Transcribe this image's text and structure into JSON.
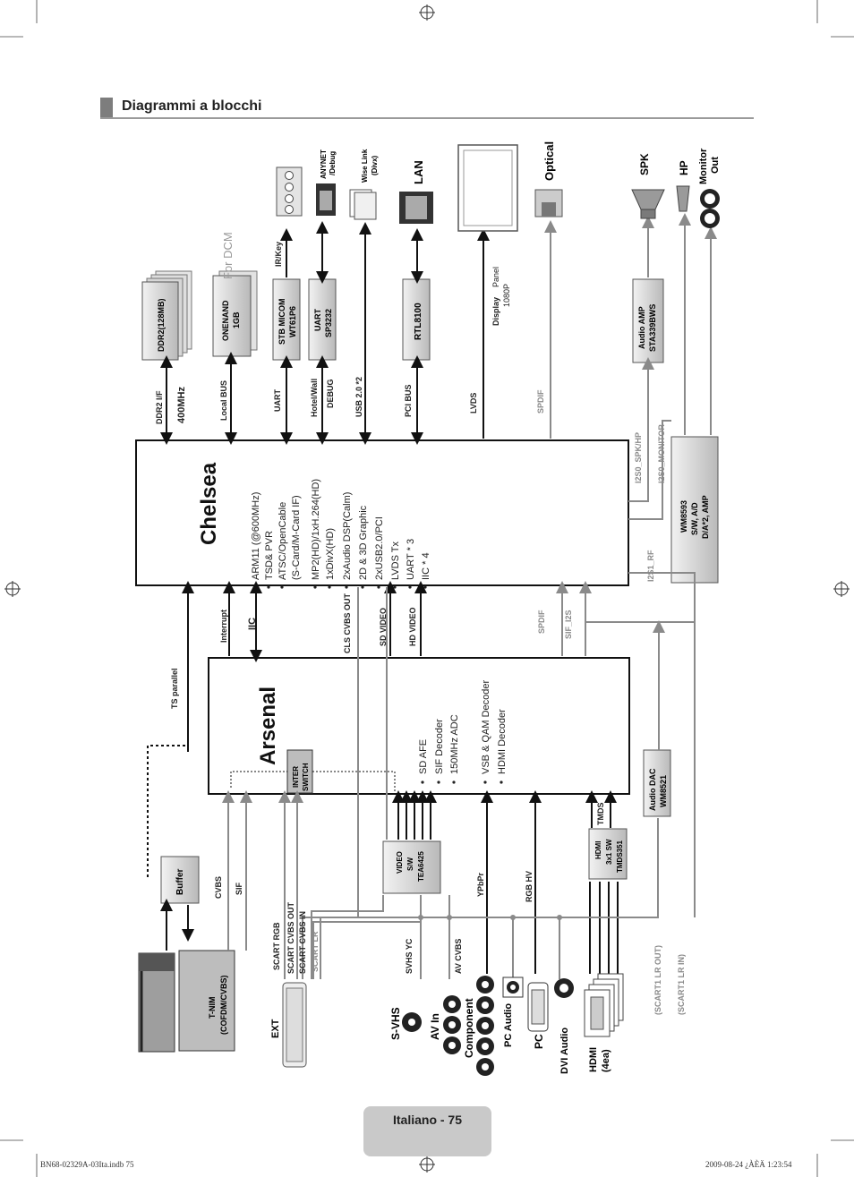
{
  "page": {
    "section_title": "Diagrammi a blocchi",
    "footer_label": "Italiano - 75",
    "imprint_left": "BN68-02329A-03Ita.indb   75",
    "imprint_right": "2009-08-24   ¿ÀÈÄ 1:23:54"
  },
  "diagram": {
    "chelsea": {
      "title": "Chelsea",
      "features": [
        "ARM11 (@600MHz)",
        "TSD& PVR",
        "ATSC/OpenCable",
        "(S-Card/M-Card IF)",
        "MP2(HD)/1xH.264(HD)",
        "1xDivX(HD)",
        "2xAudio DSP(Calm)",
        "2D & 3D Graphic",
        "2xUSB2.0/PCI",
        "LVDS Tx",
        "UART * 3",
        "IIC * 4"
      ]
    },
    "arsenal": {
      "title": "Arsenal",
      "features": [
        "SD AFE",
        "SIF Decoder",
        "150MHz ADC",
        "VSB & QAM Decoder",
        "HDMI Decoder"
      ]
    },
    "blocks": {
      "ddr2": "DDR2(128MB)",
      "onenand_1": "ONENAND",
      "onenand_2": "1GB",
      "stb_micom_1": "STB MICOM",
      "stb_micom_2": "WT61P6",
      "uart_1": "UART",
      "uart_2": "SP3232",
      "rtl": "RTL8100",
      "audio_amp_1": "Audio AMP",
      "audio_amp_2": "STA339BWS",
      "wm8593_1": "WM8593",
      "wm8593_2": "S/W, A/D",
      "wm8593_3": "D/A*2, AMP",
      "audio_dac_1": "Audio DAC",
      "audio_dac_2": "WM8521",
      "hdmi_sw_1": "HDMI",
      "hdmi_sw_2": "3x1 SW",
      "hdmi_sw_3": "TMDS351",
      "video_sw_1": "VIDEO",
      "video_sw_2": "S/W",
      "video_sw_3": "TEA6425",
      "buffer": "Buffer",
      "tnim_1": "T-NIM",
      "tnim_2": "(COFDM/CVBS)",
      "inter_switch_1": "INTER",
      "inter_switch_2": "SWITCH"
    },
    "bus_labels": {
      "ddr2_if": "DDR2 I/F",
      "mhz": "400MHz",
      "local_bus": "Local BUS",
      "uart": "UART",
      "hotel_wall": "Hotel/Wall",
      "debug": "DEBUG",
      "usb": "USB 2.0 *2",
      "pci_bus": "PCI BUS",
      "lvds": "LVDS",
      "spdif_top": "SPDIF",
      "i2s0_spk_hp": "I2S0_SPK/HP",
      "i2s0_monitor": "I2S0_MONITOR",
      "i2s1_rf": "I2S1_RF",
      "for_dcm": "For DCM",
      "ir_key": "IR/Key",
      "display_panel_1": "Display",
      "display_panel_2": "Panel",
      "display_panel_3": "1080P",
      "interrupt": "Interrupt",
      "iic": "IIC",
      "cls_cvbs_out": "CLS CVBS OUT",
      "sd_video": "SD VIDEO",
      "hd_video": "HD VIDEO",
      "spdif_mid": "SPDIF",
      "sif_i2s": "SIF_I2S",
      "ts_parallel": "TS parallel",
      "cvbs": "CVBS",
      "sif": "SIF",
      "scart_rgb": "SCART RGB",
      "scart_cvbs_out": "SCART CVBS OUT",
      "scart_cvbs_in": "SCART CVBS IN",
      "scart_lr": "SCART LR",
      "svhs_yc": "SVHS YC",
      "av_cvbs": "AV CVBS",
      "ypbpr": "YPbPr",
      "rgb_hv": "RGB HV",
      "tmds": "TMDS",
      "scart1_lr_out": "(SCART1 LR OUT)",
      "scart1_lr_in": "(SCART1 LR IN)"
    },
    "connectors": {
      "anynet_1": "ANYNET",
      "anynet_2": "/Debug",
      "wiselink_1": "Wise Link",
      "wiselink_2": "(Divx)",
      "lan": "LAN",
      "optical": "Optical",
      "spk": "SPK",
      "hp": "HP",
      "monitor_1": "Monitor",
      "monitor_2": "Out",
      "ext": "EXT",
      "svhs": "S-VHS",
      "av_in": "AV In",
      "component": "Component",
      "pc_audio": "PC Audio",
      "pc": "PC",
      "dvi_audio": "DVI Audio",
      "hdmi_1": "HDMI",
      "hdmi_2": "(4ea)"
    },
    "colors": {
      "primary_line": "#111111",
      "secondary_line": "#8a8a8a",
      "chip_fill": "#c8c8c8",
      "box_border": "#111111",
      "header_gray": "#7d7d7d"
    }
  }
}
